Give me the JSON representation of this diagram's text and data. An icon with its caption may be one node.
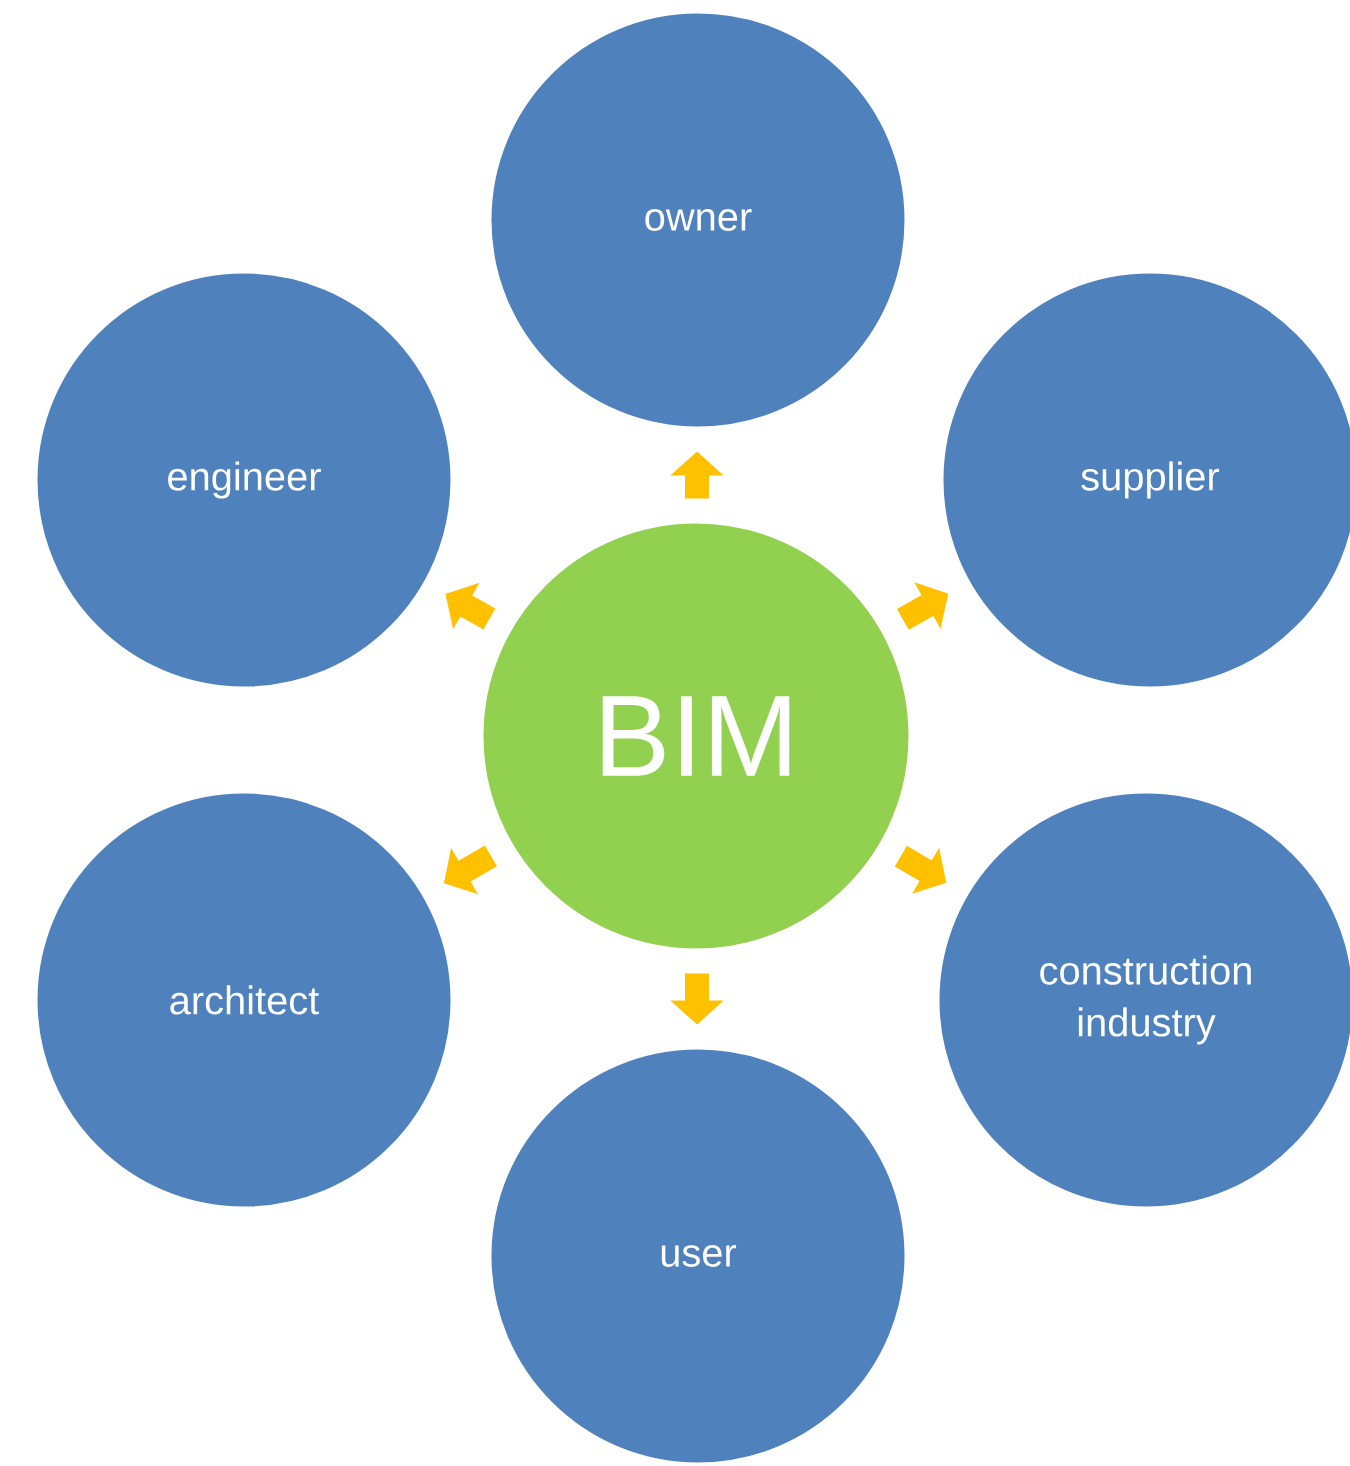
{
  "diagram": {
    "nodes": [
      {
        "text": [
          "owner"
        ]
      },
      {
        "text": [
          "engineer"
        ]
      },
      {
        "text": [
          "supplier"
        ]
      },
      {
        "text": [
          "BIM"
        ]
      },
      {
        "text": [
          "architect"
        ]
      },
      {
        "text": [
          "construction industry"
        ]
      },
      {
        "text": [
          "user"
        ]
      }
    ],
    "edges": [
      {
        "from": 3,
        "to": 0,
        "arrow": "to"
      },
      {
        "from": 3,
        "to": 2,
        "arrow": "to"
      },
      {
        "from": 3,
        "to": 5,
        "arrow": "to"
      },
      {
        "from": 3,
        "to": 6,
        "arrow": "to"
      },
      {
        "from": 3,
        "to": 4,
        "arrow": "to"
      },
      {
        "from": 3,
        "to": 1,
        "arrow": "to"
      }
    ]
  }
}
